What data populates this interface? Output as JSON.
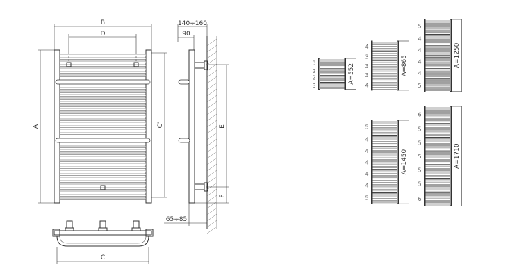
{
  "colors": {
    "line": "#333333",
    "hatch": "#777777",
    "fill": "#ffffff"
  },
  "front": {
    "B": "B",
    "D": "D",
    "A": "A",
    "C_prime": "C'"
  },
  "side": {
    "top_range": "140÷160",
    "offset": "90",
    "E": "E",
    "F": "F",
    "wall_range": "65÷85"
  },
  "bottom": {
    "C": "C"
  },
  "variants": [
    {
      "height_label": "A=552",
      "groups": [
        "3",
        "2",
        "2",
        "3"
      ]
    },
    {
      "height_label": "A=865",
      "groups": [
        "4",
        "3",
        "3",
        "3",
        "4"
      ]
    },
    {
      "height_label": "A=1250",
      "groups": [
        "5",
        "4",
        "4",
        "4",
        "4",
        "5"
      ]
    },
    {
      "height_label": "A=1450",
      "groups": [
        "5",
        "4",
        "4",
        "4",
        "4",
        "4",
        "5"
      ]
    },
    {
      "height_label": "A=1710",
      "groups": [
        "6",
        "5",
        "5",
        "5",
        "5",
        "5",
        "6"
      ]
    }
  ]
}
